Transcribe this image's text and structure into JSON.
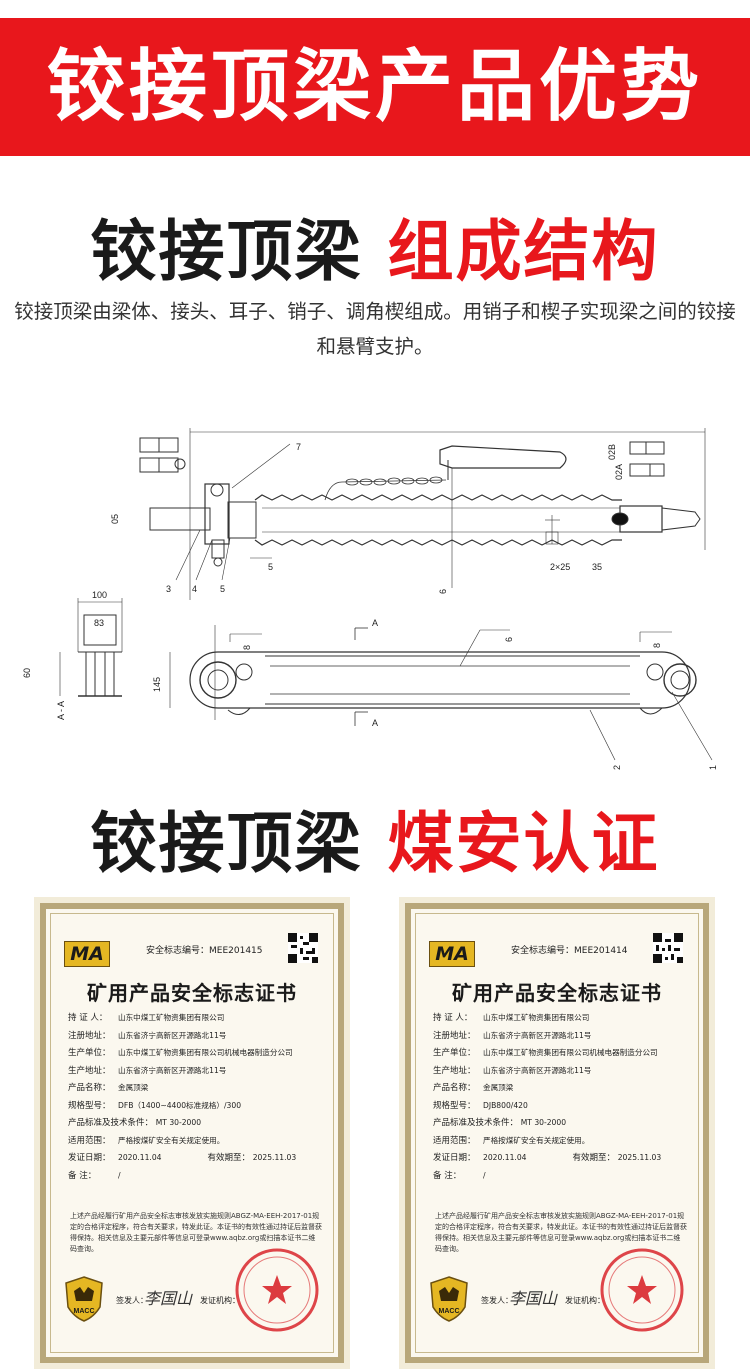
{
  "banner": {
    "title": "铰接顶梁产品优势"
  },
  "structure": {
    "title_dark": "铰接顶梁",
    "title_red": "组成结构",
    "description": "铰接顶梁由梁体、接头、耳子、销子、调角楔组成。用销子和楔子实现梁之间的铰接和悬臂支护。"
  },
  "drawing": {
    "labels": {
      "l1": "1",
      "l2": "2",
      "l3": "3",
      "l4": "4",
      "l5": "5",
      "l5b": "5",
      "l6": "6",
      "l6b": "6",
      "l7": "7",
      "l8a": "8",
      "l8b": "8",
      "d05": "05",
      "d02a": "02A",
      "d02b": "02B",
      "d2x25": "2×25",
      "d35": "35",
      "d100": "100",
      "d83": "83",
      "d60": "60",
      "d145": "145",
      "aa": "A - A",
      "a1": "A",
      "a2": "A"
    }
  },
  "certification": {
    "title_dark": "铰接顶梁",
    "title_red": "煤安认证"
  },
  "certificates": [
    {
      "logo": "MA",
      "serial_label": "安全标志编号：",
      "serial": "MEE201415",
      "title": "矿用产品安全标志证书",
      "holder_label": "持 证 人：",
      "holder": "山东中煤工矿物资集团有限公司",
      "addr_label": "注册地址：",
      "addr": "山东省济宁高新区开源路北11号",
      "maker_label": "生产单位：",
      "maker": "山东中煤工矿物资集团有限公司机械电器制造分公司",
      "maker_addr_label": "生产地址：",
      "maker_addr": "山东省济宁高新区开源路北11号",
      "name_label": "产品名称：",
      "name": "金属顶梁",
      "model_label": "规格型号：",
      "model": "DFB（1400~4400标准规格）/300",
      "std_label": "产品标准及技术条件：",
      "std": "MT 30-2000",
      "scope_label": "适用范围：",
      "scope": "严格按煤矿安全有关规定使用。",
      "issue_label": "发证日期：",
      "issue": "2020.11.04",
      "valid_label": "有效期至：",
      "valid": "2025.11.03",
      "remark_label": "备 注：",
      "remark": "/",
      "footer": "上述产品经履行矿用产品安全标志审核发放实施规则ABGZ-MA-EEH-2017-01规定的合格评定程序，符合有关要求，特发此证。本证书的有效性通过持证后监督获得保持。相关信息及主要元部件等信息可登录www.aqbz.org或扫描本证书二维码查询。",
      "macc": "MACC",
      "sign_label": "签发人：",
      "signature": "李国山",
      "org_label": "发证机构："
    },
    {
      "logo": "MA",
      "serial_label": "安全标志编号：",
      "serial": "MEE201414",
      "title": "矿用产品安全标志证书",
      "holder_label": "持 证 人：",
      "holder": "山东中煤工矿物资集团有限公司",
      "addr_label": "注册地址：",
      "addr": "山东省济宁高新区开源路北11号",
      "maker_label": "生产单位：",
      "maker": "山东中煤工矿物资集团有限公司机械电器制造分公司",
      "maker_addr_label": "生产地址：",
      "maker_addr": "山东省济宁高新区开源路北11号",
      "name_label": "产品名称：",
      "name": "金属顶梁",
      "model_label": "规格型号：",
      "model": "DJB800/420",
      "std_label": "产品标准及技术条件：",
      "std": "MT 30-2000",
      "scope_label": "适用范围：",
      "scope": "严格按煤矿安全有关规定使用。",
      "issue_label": "发证日期：",
      "issue": "2020.11.04",
      "valid_label": "有效期至：",
      "valid": "2025.11.03",
      "remark_label": "备 注：",
      "remark": "/",
      "footer": "上述产品经履行矿用产品安全标志审核发放实施规则ABGZ-MA-EEH-2017-01规定的合格评定程序，符合有关要求，特发此证。本证书的有效性通过持证后监督获得保持。相关信息及主要元部件等信息可登录www.aqbz.org或扫描本证书二维码查询。",
      "macc": "MACC",
      "sign_label": "签发人：",
      "signature": "李国山",
      "org_label": "发证机构："
    }
  ],
  "colors": {
    "accent": "#e8171c",
    "cert_border": "#b8a77a",
    "ma_gold": "#e5b723",
    "seal_red": "#d8262b"
  }
}
